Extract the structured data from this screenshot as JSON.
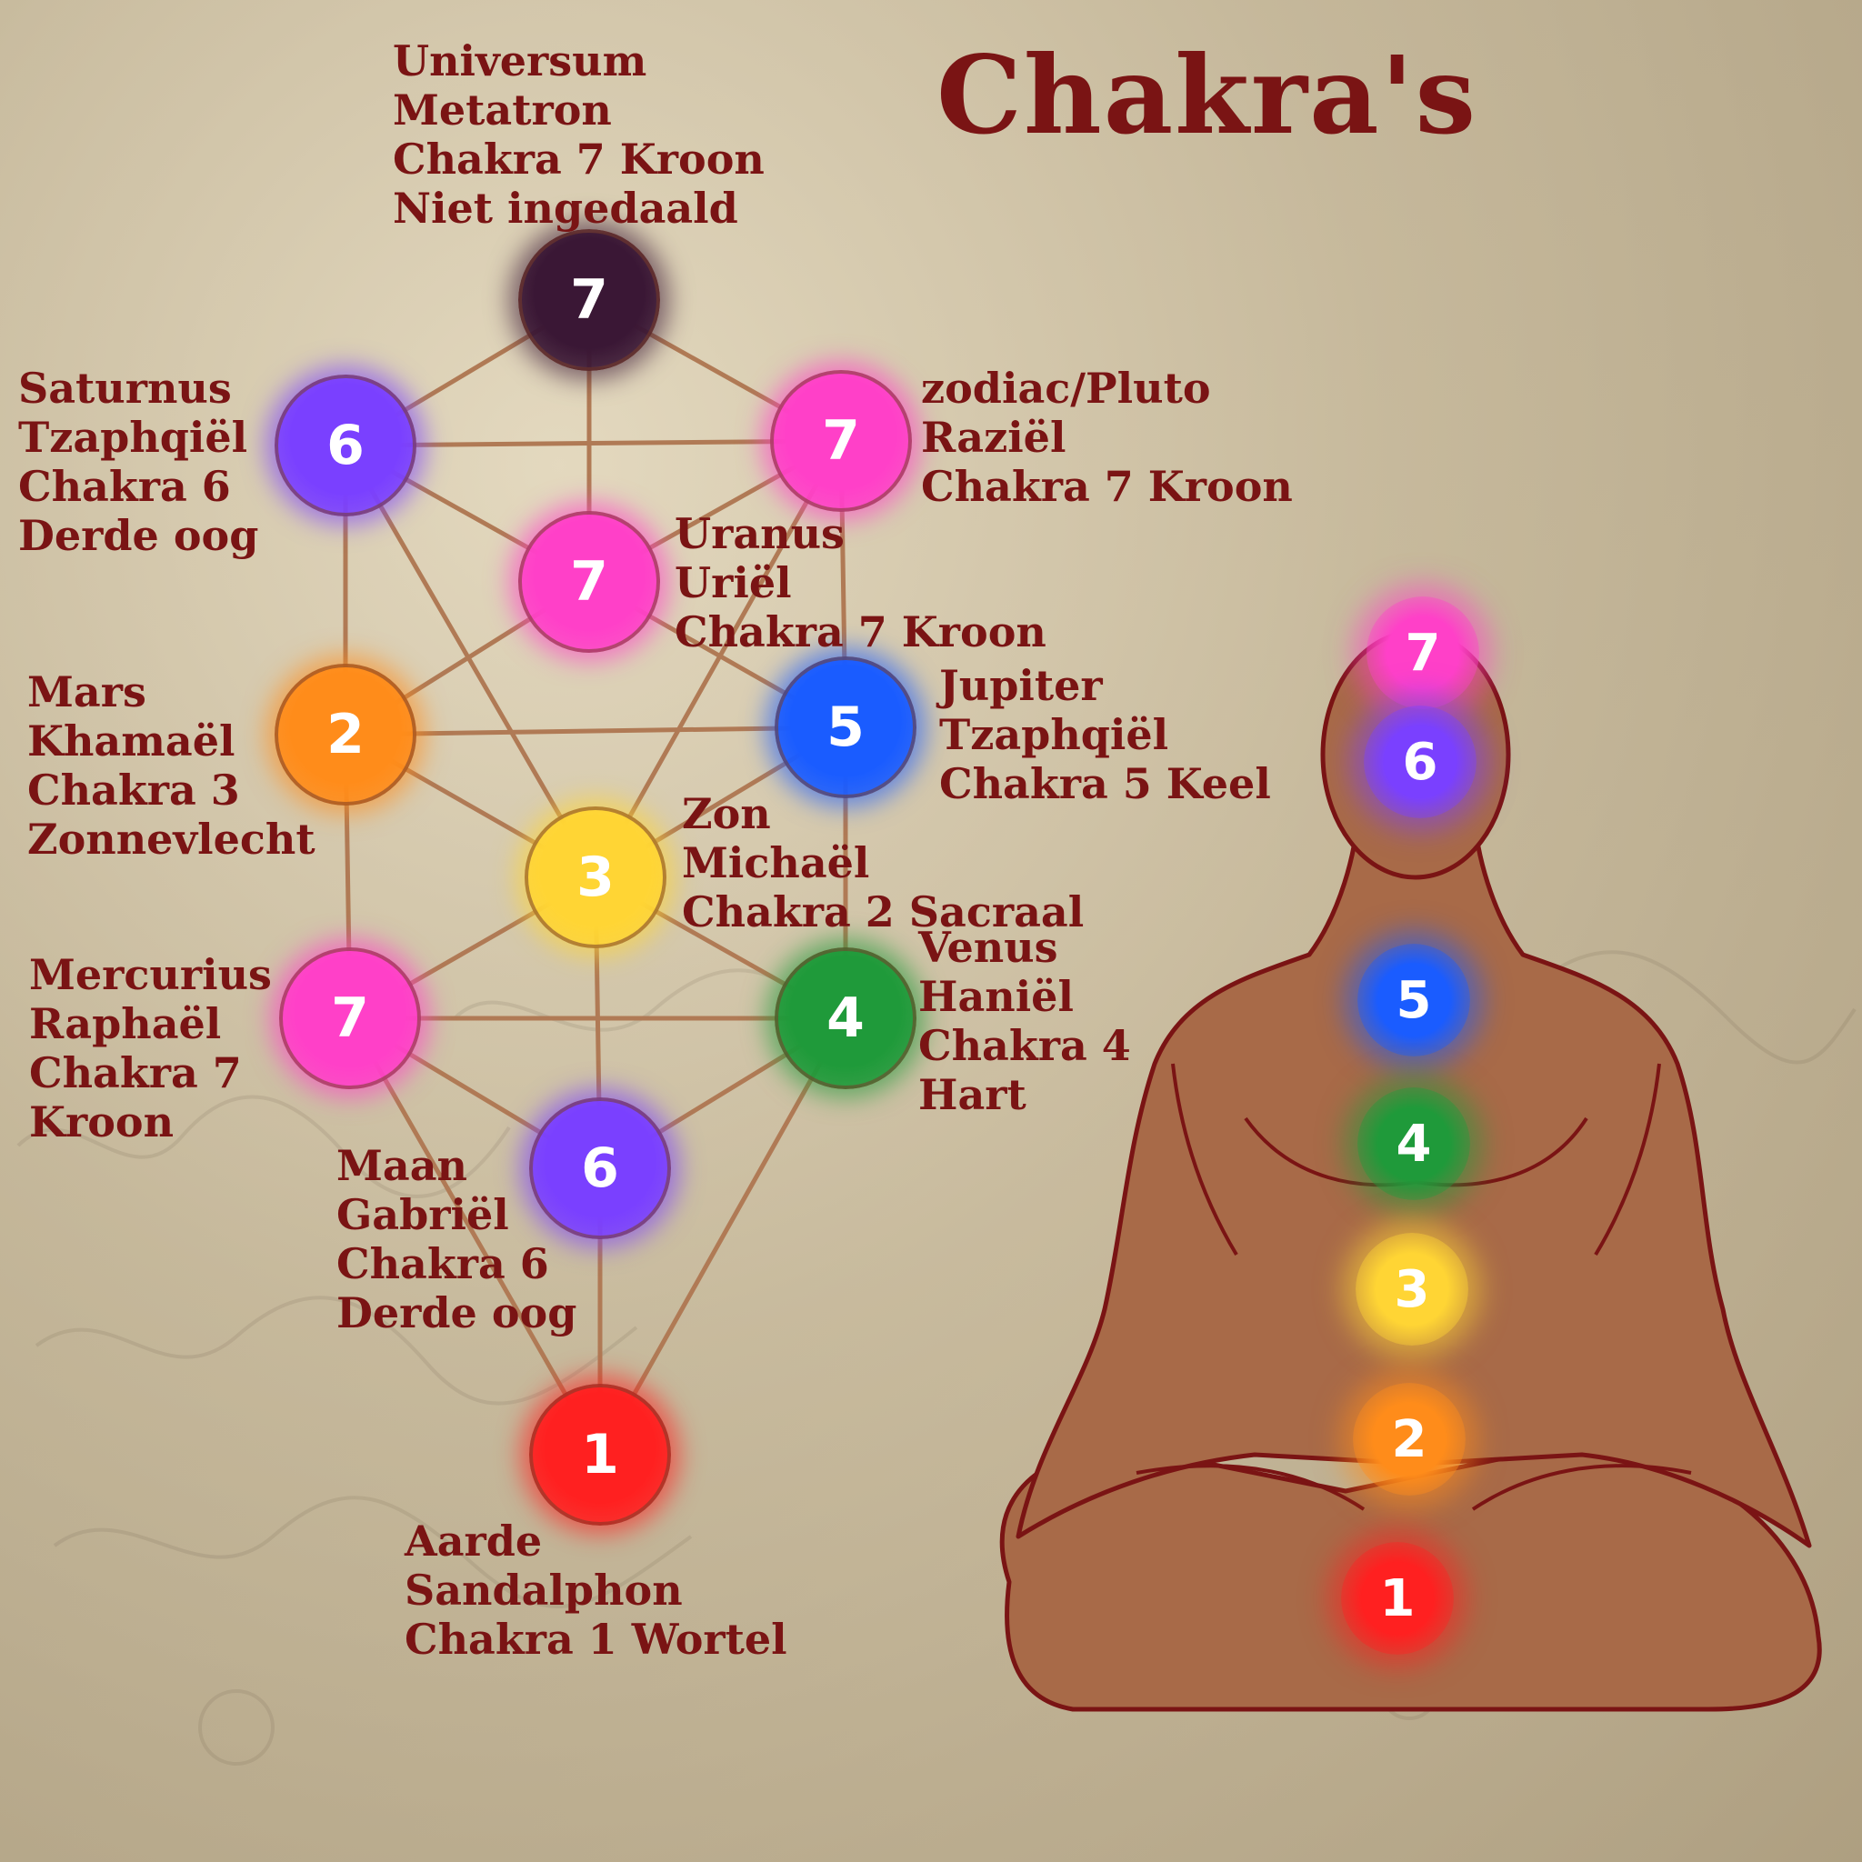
{
  "title": "Chakra's",
  "colors": {
    "crown_dark": "#3a1735",
    "crown_pink": "#ff40c8",
    "third_eye": "#7a40ff",
    "throat": "#1a5cff",
    "heart": "#1f9a3a",
    "solar": "#ffd534",
    "sacral": "#ff8c1a",
    "root": "#ff2020",
    "label_text": "#7a1414",
    "body_fill": "#a86a48",
    "body_stroke": "#7a1414"
  },
  "tree": {
    "nodes": [
      {
        "id": "kether",
        "number": "7",
        "color": "#3a1735",
        "label": [
          "Universum",
          "Metatron",
          "Chakra 7 Kroon",
          "Niet ingedaald"
        ]
      },
      {
        "id": "binah",
        "number": "6",
        "color": "#7a40ff",
        "label": [
          "Saturnus",
          "Tzaphqiël",
          "Chakra 6",
          "Derde oog"
        ]
      },
      {
        "id": "chokmah",
        "number": "7",
        "color": "#ff40c8",
        "label": [
          "zodiac/Pluto",
          "Raziël",
          "Chakra 7 Kroon"
        ]
      },
      {
        "id": "daath",
        "number": "7",
        "color": "#ff40c8",
        "label": [
          "Uranus",
          "Uriël",
          "Chakra 7 Kroon"
        ]
      },
      {
        "id": "geburah",
        "number": "2",
        "color": "#ff8c1a",
        "label": [
          "Mars",
          "Khamaël",
          "Chakra 3",
          "Zonnevlecht"
        ]
      },
      {
        "id": "chesed",
        "number": "5",
        "color": "#1a5cff",
        "label": [
          "Jupiter",
          "Tzaphqiël",
          "Chakra 5 Keel"
        ]
      },
      {
        "id": "tiphareth",
        "number": "3",
        "color": "#ffd534",
        "label": [
          "Zon",
          "Michaël",
          "Chakra 2 Sacraal"
        ]
      },
      {
        "id": "hod",
        "number": "7",
        "color": "#ff40c8",
        "label": [
          "Mercurius",
          "Raphaël",
          "Chakra 7",
          "Kroon"
        ]
      },
      {
        "id": "netzach",
        "number": "4",
        "color": "#1f9a3a",
        "label": [
          "Venus",
          "Haniël",
          "Chakra 4",
          "Hart"
        ]
      },
      {
        "id": "yesod",
        "number": "6",
        "color": "#7a40ff",
        "label": [
          "Maan",
          "Gabriël",
          "Chakra 6",
          "Derde oog"
        ]
      },
      {
        "id": "malkuth",
        "number": "1",
        "color": "#ff2020",
        "label": [
          "Aarde",
          "Sandalphon",
          "Chakra 1 Wortel"
        ]
      }
    ],
    "paths": [
      [
        "kether",
        "binah"
      ],
      [
        "kether",
        "chokmah"
      ],
      [
        "kether",
        "daath"
      ],
      [
        "binah",
        "chokmah"
      ],
      [
        "binah",
        "daath"
      ],
      [
        "binah",
        "geburah"
      ],
      [
        "binah",
        "tiphareth"
      ],
      [
        "chokmah",
        "daath"
      ],
      [
        "chokmah",
        "chesed"
      ],
      [
        "chokmah",
        "tiphareth"
      ],
      [
        "daath",
        "geburah"
      ],
      [
        "daath",
        "chesed"
      ],
      [
        "geburah",
        "chesed"
      ],
      [
        "geburah",
        "tiphareth"
      ],
      [
        "geburah",
        "hod"
      ],
      [
        "chesed",
        "tiphareth"
      ],
      [
        "chesed",
        "netzach"
      ],
      [
        "tiphareth",
        "hod"
      ],
      [
        "tiphareth",
        "netzach"
      ],
      [
        "tiphareth",
        "yesod"
      ],
      [
        "hod",
        "netzach"
      ],
      [
        "hod",
        "yesod"
      ],
      [
        "hod",
        "malkuth"
      ],
      [
        "netzach",
        "yesod"
      ],
      [
        "netzach",
        "malkuth"
      ],
      [
        "yesod",
        "malkuth"
      ]
    ]
  },
  "body_chakras": [
    {
      "number": "7",
      "color": "#ff40c8"
    },
    {
      "number": "6",
      "color": "#7a40ff"
    },
    {
      "number": "5",
      "color": "#1a5cff"
    },
    {
      "number": "4",
      "color": "#1f9a3a"
    },
    {
      "number": "3",
      "color": "#ffd534"
    },
    {
      "number": "2",
      "color": "#ff8c1a"
    },
    {
      "number": "1",
      "color": "#ff2020"
    }
  ]
}
